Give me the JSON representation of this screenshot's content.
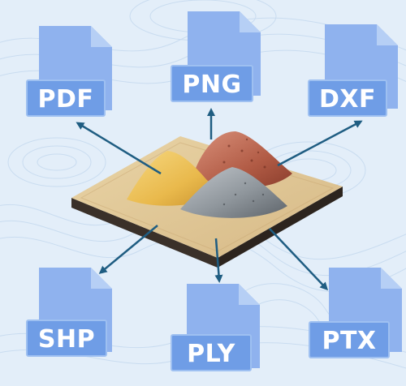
{
  "formats": [
    {
      "id": "pdf",
      "label": "PDF"
    },
    {
      "id": "png",
      "label": "PNG"
    },
    {
      "id": "dxf",
      "label": "DXF"
    },
    {
      "id": "shp",
      "label": "SHP"
    },
    {
      "id": "ply",
      "label": "PLY"
    },
    {
      "id": "ptx",
      "label": "PTX"
    }
  ],
  "colors": {
    "background": "#e3eef9",
    "document": "#8fb2ee",
    "label": "#6f9de6",
    "arrow": "#1f5d82"
  }
}
